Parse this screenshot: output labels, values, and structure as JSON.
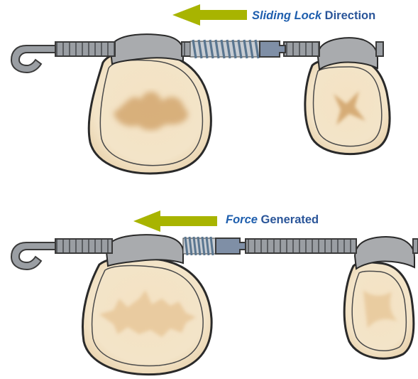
{
  "top_panel": {
    "label_emphasis": "Sliding Lock",
    "label_rest": " Direction"
  },
  "bottom_panel": {
    "label_emphasis": "Force",
    "label_rest": " Generated"
  },
  "colors": {
    "label_emphasis": "#1f5fae",
    "label_rest": "#2a5599",
    "arrow": "#a8b400",
    "wire": "#9a9ea3",
    "wire_outline": "#3a3a3a",
    "spring": "#5a7690",
    "lock_sleeve": "#7f8fa6",
    "band": "#a9abae",
    "tooth_fill": "#f5e7c9",
    "tooth_groove": "#cf9f64",
    "outline": "#2a2a2a"
  },
  "icons": {
    "direction_arrow": "arrow-left-icon"
  }
}
